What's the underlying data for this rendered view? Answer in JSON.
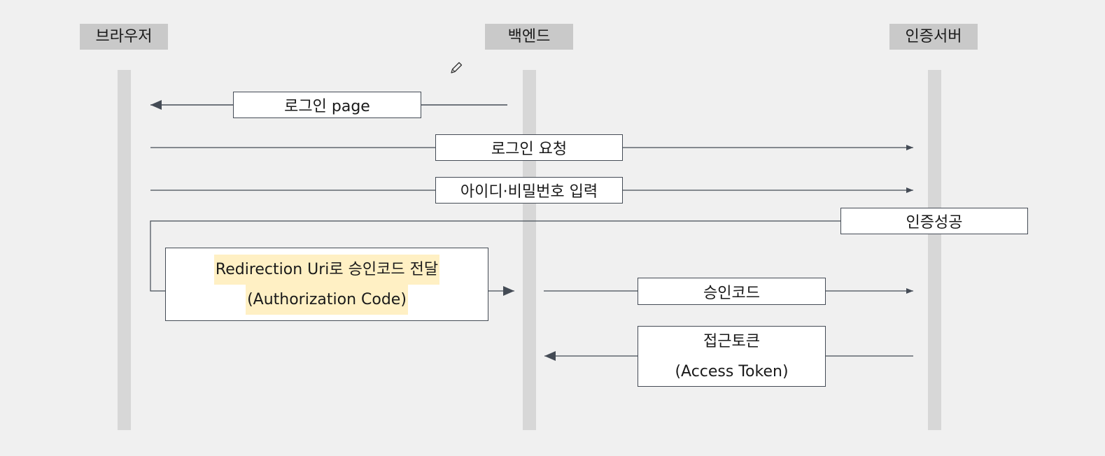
{
  "actors": {
    "browser": "브라우저",
    "backend": "백엔드",
    "auth_server": "인증서버"
  },
  "messages": {
    "login_page": "로그인 page",
    "login_request": "로그인 요청",
    "id_password_input": "아이디·비밀번호 입력",
    "auth_success": "인증성공",
    "redirect_line1": "Redirection Uri로 승인코드 전달",
    "redirect_line2": "(Authorization Code)",
    "auth_code": "승인코드",
    "access_token_line1": "접근토큰",
    "access_token_line2": "(Access Token)"
  },
  "colors": {
    "background": "#f0f0f0",
    "actor_bg": "#c9c9c9",
    "lifeline": "#d7d7d7",
    "arrow": "#444b55",
    "highlight": "#fff0c4"
  },
  "icons": {
    "cursor": "pencil-icon"
  }
}
